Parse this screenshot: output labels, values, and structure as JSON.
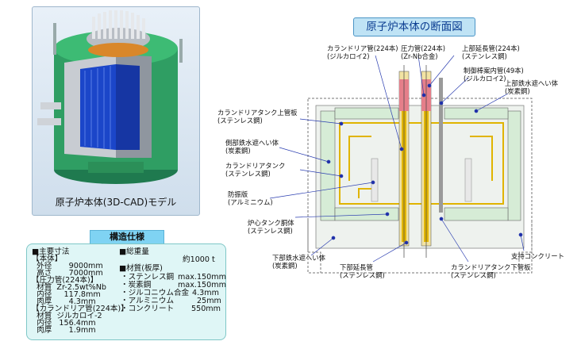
{
  "cad": {
    "caption": "原子炉本体(3D-CAD)モデル"
  },
  "spec": {
    "title": "構造仕様",
    "left_lines": [
      "■主要寸法",
      "【本体】",
      "  外径       9000mm",
      "  高さ       7000mm",
      "【圧力管(224本)】",
      "  材質  Zr-2.5wt%Nb",
      "  内径     117.8mm",
      "  肉厚       4.3mm",
      "【カランドリア管(224本)】",
      "  材質  ジルカロイ-2",
      "  内径   156.4mm",
      "  肉厚       1.9mm"
    ],
    "total_weight_label": "■総重量",
    "total_weight_value": "約1000 t",
    "material_label": "■材質(板厚)",
    "materials": [
      {
        "name": "・ステンレス鋼",
        "value": "max.150mm"
      },
      {
        "name": "・炭素鋼",
        "value": "max.150mm"
      },
      {
        "name": "・ジルコニウム合金",
        "value": "4.3mm"
      },
      {
        "name": "・アルミニウム",
        "value": "25mm"
      },
      {
        "name": "・コンクリート",
        "value": "550mm"
      }
    ]
  },
  "section": {
    "title": "原子炉本体の断面図",
    "labels": {
      "calandria_tube": "カランドリア管(224本)\n(ジルカロイ2)",
      "pressure_tube": "圧力管(224本)\n(Zr-Nb合金)",
      "upper_ext_tube": "上部延長管(224本)\n(ステンレス鋼)",
      "control_rod_tube": "制御棒案内管(49本)\n(ジルカロイ2)",
      "upper_shield": "上部鉄水遮へい体\n(炭素鋼)",
      "upper_tube_plate": "カランドリアタンク上管板\n(ステンレス鋼)",
      "side_shield": "側部鉄水遮へい体\n(炭素鋼)",
      "calandria_tank": "カランドリアタンク\n(ステンレス鋼)",
      "baffle": "防振版\n(アルミニウム)",
      "core_tank": "炉心タンク胴体\n(ステンレス鋼)",
      "lower_shield": "下部鉄水遮へい体\n(炭素鋼)",
      "lower_ext_tube": "下部延長管\n(ステンレス鋼)",
      "lower_tube_plate": "カランドリアタンク下管板\n(ステンレス鋼)",
      "support_concrete": "支持コンクリート"
    }
  }
}
